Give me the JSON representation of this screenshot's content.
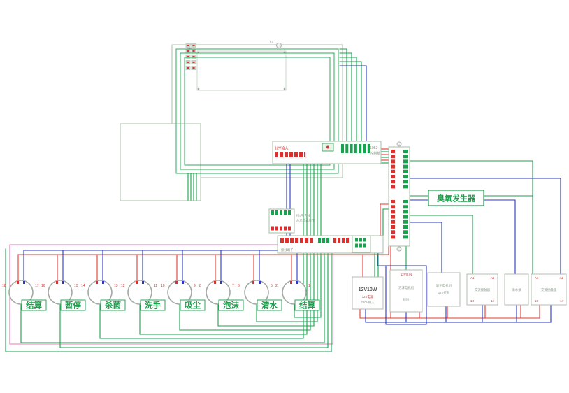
{
  "top_board": {
    "mark": "5A"
  },
  "control_board": {
    "input": "12V输入",
    "model": "1052",
    "name": "控制板"
  },
  "ozone": {
    "label": "臭氧发生器"
  },
  "notes": {
    "line1": "接4平方线",
    "line2": "从走线孔往下",
    "terminal": "接线端子"
  },
  "buttons": [
    {
      "label": "结算",
      "t_left": "18",
      "t_right": "17"
    },
    {
      "label": "暂停",
      "t_left": "16",
      "t_right": "15"
    },
    {
      "label": "杀菌",
      "t_left": "14",
      "t_right": "13"
    },
    {
      "label": "洗手",
      "t_left": "12",
      "t_right": "11"
    },
    {
      "label": "吸尘",
      "t_left": "10",
      "t_right": "9"
    },
    {
      "label": "泡沫",
      "t_left": "8",
      "t_right": "7"
    },
    {
      "label": "清水",
      "t_left": "6",
      "t_right": "5"
    },
    {
      "label": "结算",
      "t_left": "2",
      "t_right": "1"
    }
  ],
  "devices": {
    "power": {
      "title": "12V10W",
      "line2": "12V电源",
      "line3": "220V输入"
    },
    "foam": {
      "top": "12V(L)N",
      "name": "泡沫电机组",
      "sub": "接地"
    },
    "vacuum": {
      "name": "吸尘电机组",
      "sub": "12V控制"
    },
    "contactor1": {
      "a1": "A1",
      "a2": "A2",
      "name": "交流接触器",
      "t13": "13",
      "t14": "14"
    },
    "pump": {
      "name": "清水泵"
    },
    "contactor2": {
      "a1": "A1",
      "a2": "A2",
      "name": "交流接触器",
      "t13": "13",
      "t14": "14"
    }
  },
  "colors": {
    "wire_green": "#17a24d",
    "wire_red": "#e23b36",
    "wire_blue": "#2b37c3",
    "wire_pink": "#f075b5",
    "board_stroke": "#aabfa9",
    "label_green": "#19a04b",
    "terminal_red": "#d93030",
    "text_gray": "#8b9b8b"
  }
}
